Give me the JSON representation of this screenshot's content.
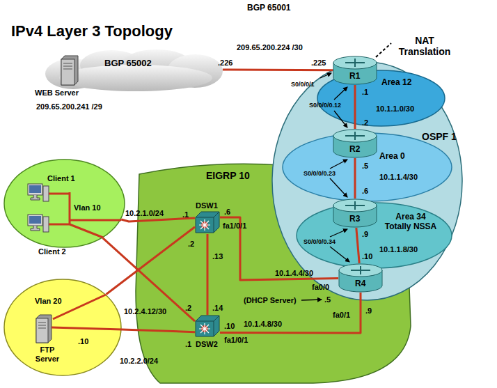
{
  "diagram": {
    "title": "IPv4 Layer 3 Topology",
    "nodes": [
      {
        "text": [
          "BGP 65002"
        ]
      },
      {
        "text": [
          "WEB Server",
          "209.65.200.241 /29"
        ],
        "in": 0
      },
      {
        "text": [
          "OSPF 1"
        ]
      },
      {
        "text": [
          "Area 12",
          "10.1.1.0/30"
        ],
        "in": 2
      },
      {
        "text": [
          "Area 0",
          "10.1.1.4/30"
        ],
        "in": 2
      },
      {
        "text": [
          "Area 34 Totally NSSA",
          "10.1.1.8/30"
        ],
        "in": 2
      },
      {
        "text": [
          "R1"
        ],
        "in": 2
      },
      {
        "text": [
          "R2"
        ],
        "in": 2
      },
      {
        "text": [
          "R3"
        ],
        "in": 2
      },
      {
        "text": [
          "R4"
        ],
        "in": 2
      },
      {
        "text": [
          "EIGRP 10"
        ]
      },
      {
        "text": [
          "DSW1"
        ],
        "in": 10
      },
      {
        "text": [
          "DSW2"
        ],
        "in": 10
      },
      {
        "text": [
          "Vlan 10"
        ]
      },
      {
        "text": [
          "Client 1"
        ],
        "in": 13
      },
      {
        "text": [
          "Client 2"
        ],
        "in": 13
      },
      {
        "text": [
          "Vlan 20"
        ]
      },
      {
        "text": [
          "FTP Server"
        ],
        "in": 16
      }
    ],
    "edges": [
      {
        "from": 0,
        "to": 6,
        "label": "209.65.200.224 /30",
        "arrow": "none"
      },
      {
        "from": 6,
        "to": 7,
        "arrow": "none"
      },
      {
        "from": 7,
        "to": 8,
        "arrow": "none"
      },
      {
        "from": 8,
        "to": 9,
        "arrow": "none"
      },
      {
        "from": 11,
        "to": 12,
        "label": "10.2.4.12/30",
        "arrow": "none"
      },
      {
        "from": 11,
        "to": 9,
        "label": "10.1.4.4/30",
        "arrow": "none"
      },
      {
        "from": 12,
        "to": 9,
        "label": "10.1.4.8/30",
        "arrow": "none"
      },
      {
        "from": 13,
        "to": 11,
        "label": "10.2.1.0/24",
        "arrow": "none"
      },
      {
        "from": 13,
        "to": 12,
        "arrow": "none"
      },
      {
        "from": 16,
        "to": 11,
        "arrow": "none"
      },
      {
        "from": 16,
        "to": 12,
        "label": "10.2.2.0/24",
        "arrow": "none"
      }
    ],
    "labels": [
      "BGP 65001",
      "NAT Translation",
      ".226",
      ".225",
      "S0/0/0/1",
      ".1",
      ".2",
      "S0/0/0/0.12",
      ".5",
      ".6",
      "S0/0/0/0.23",
      ".9",
      ".10",
      "S0/0/0/0.34",
      ".1",
      ".6",
      "fa1/0/1",
      ".2",
      ".13",
      ".2",
      ".14",
      ".10",
      ".1",
      "fa1/0/1",
      "fa0/0",
      "(DHCP Server)",
      ".5",
      "fa0/1",
      ".9",
      ".10"
    ]
  }
}
